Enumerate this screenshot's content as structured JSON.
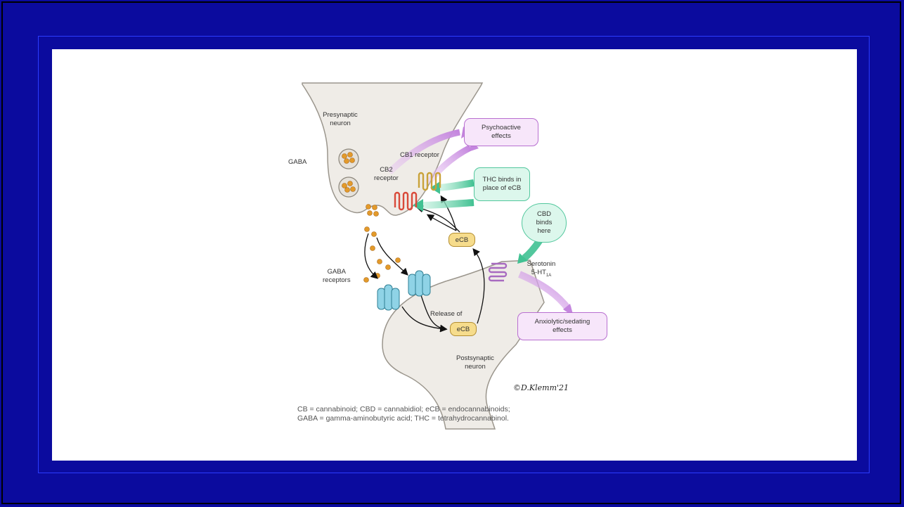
{
  "labels": {
    "presynaptic": "Presynaptic\nneuron",
    "gaba": "GABA",
    "cb1": "CB1 receptor",
    "cb2": "CB2\nreceptor",
    "gaba_receptors": "GABA\nreceptors",
    "release": "Release of",
    "postsynaptic": "Postsynaptic\nneuron",
    "serotonin": "Serotonin",
    "serotonin_sub": "5-HT",
    "serotonin_subscript": "1A"
  },
  "boxes": {
    "psychoactive": "Psychoactive\neffects",
    "thc": "THC binds in\nplace of eCB",
    "cbd": "CBD\nbinds\nhere",
    "anxiolytic": "Anxiolytic/sedating\neffects"
  },
  "ecb_label": "eCB",
  "credit": "©D.Klemm'21",
  "caption_line1": "CB = cannabinoid; CBD = cannabidiol; eCB = endocannabinoids;",
  "caption_line2": "GABA = gamma-aminobutyric acid; THC = tetrahydrocannabinol.",
  "colors": {
    "background": "#0a0aa0",
    "slide": "#ffffff",
    "neuron_fill": "#efece7",
    "purple": "#c98ce0",
    "green": "#52c79d",
    "cb2_receptor": "#d94a3a",
    "cb1_receptor": "#c9a23a",
    "gaba_receptor": "#8fd3e6",
    "vesicle": "#e39a2a"
  }
}
